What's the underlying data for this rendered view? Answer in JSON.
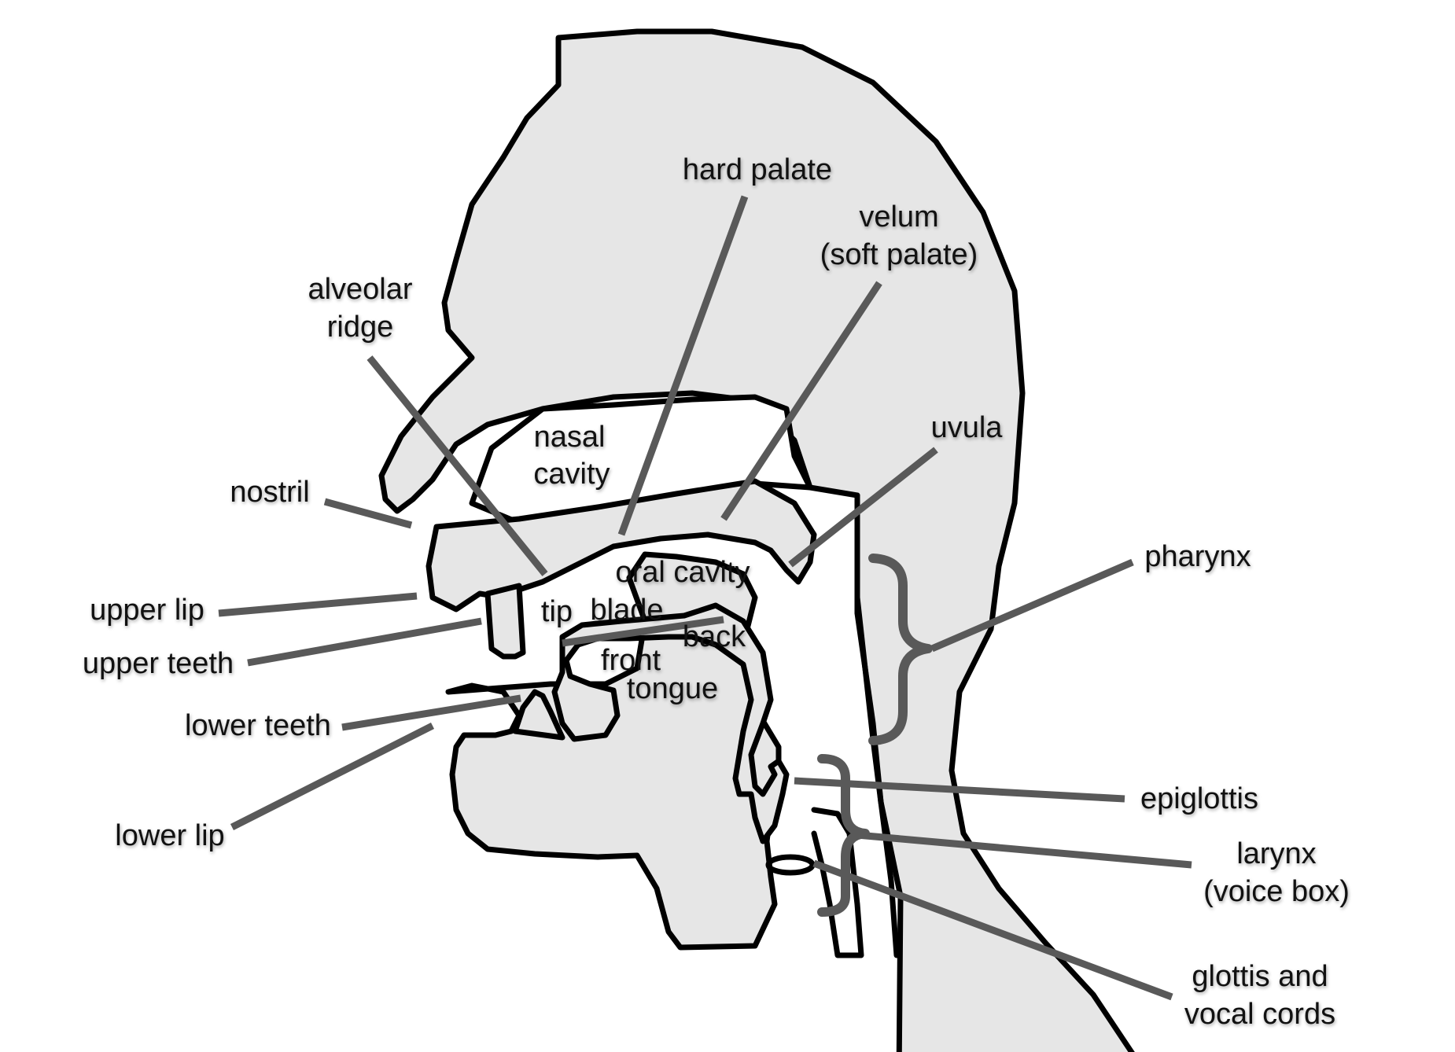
{
  "labels": {
    "hard_palate": "hard palate",
    "velum_1": "velum",
    "velum_2": "(soft palate)",
    "alveolar_1": "alveolar",
    "alveolar_2": "ridge",
    "uvula": "uvula",
    "nasal_1": "nasal",
    "nasal_2": "cavity",
    "nostril": "nostril",
    "pharynx": "pharynx",
    "oral_cavity": "oral cavity",
    "upper_lip": "upper lip",
    "tip": "tip",
    "blade": "blade",
    "back": "back",
    "upper_teeth": "upper teeth",
    "front": "front",
    "tongue": "tongue",
    "lower_teeth": "lower teeth",
    "epiglottis": "epiglottis",
    "lower_lip": "lower lip",
    "larynx_1": "larynx",
    "larynx_2": "(voice box)",
    "glottis_1": "glottis and",
    "glottis_2": "vocal cords"
  },
  "colors": {
    "fill": "#e6e6e6",
    "outline": "#000000",
    "leader": "#595959",
    "text": "#111111"
  }
}
